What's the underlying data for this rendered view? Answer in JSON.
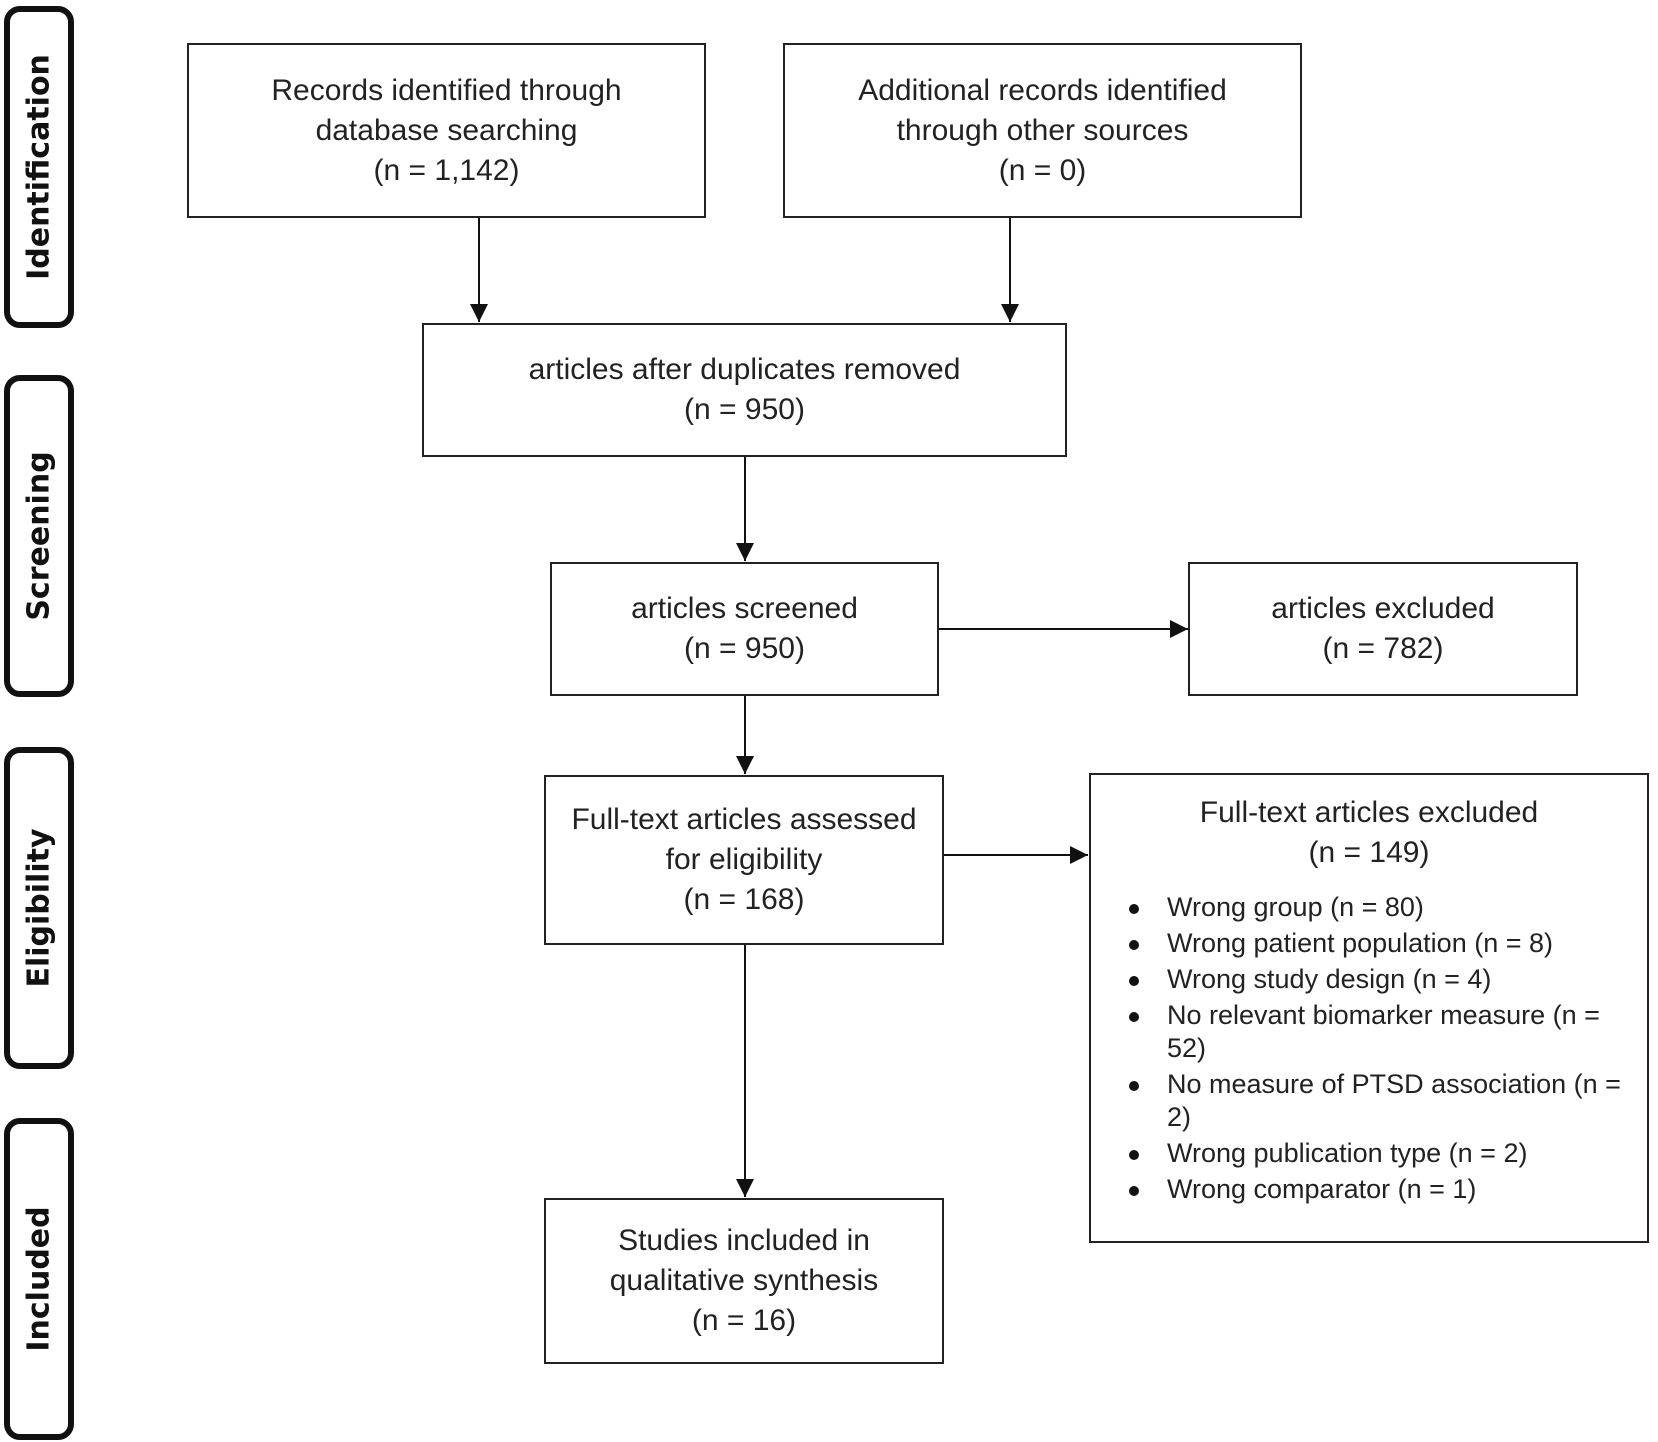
{
  "phases": {
    "identification": "Identification",
    "screening": "Screening",
    "eligibility": "Eligibility",
    "included": "Included"
  },
  "boxes": {
    "database": {
      "line1": "Records identified through",
      "line2": "database searching",
      "line3": "(n = 1,142)"
    },
    "other": {
      "line1": "Additional records identified",
      "line2": "through other sources",
      "line3": "(n = 0)"
    },
    "duplicates": {
      "line1": "articles after duplicates removed",
      "line2": "(n = 950)"
    },
    "screened": {
      "line1": "articles screened",
      "line2": "(n = 950)"
    },
    "excluded": {
      "line1": "articles excluded",
      "line2": "(n = 782)"
    },
    "fulltext": {
      "line1": "Full-text articles assessed",
      "line2": "for eligibility",
      "line3": "(n = 168)"
    },
    "included": {
      "line1": "Studies included in",
      "line2": "qualitative synthesis",
      "line3": "(n = 16)"
    }
  },
  "fulltext_excluded": {
    "line1": "Full-text articles excluded",
    "line2": "(n = 149)",
    "reasons": [
      "Wrong group (n = 80)",
      "Wrong patient population (n = 8)",
      "Wrong study design (n = 4)",
      "No relevant biomarker measure (n = 52)",
      "No measure of PTSD association (n = 2)",
      "Wrong publication type (n = 2)",
      "Wrong comparator (n = 1)"
    ]
  }
}
